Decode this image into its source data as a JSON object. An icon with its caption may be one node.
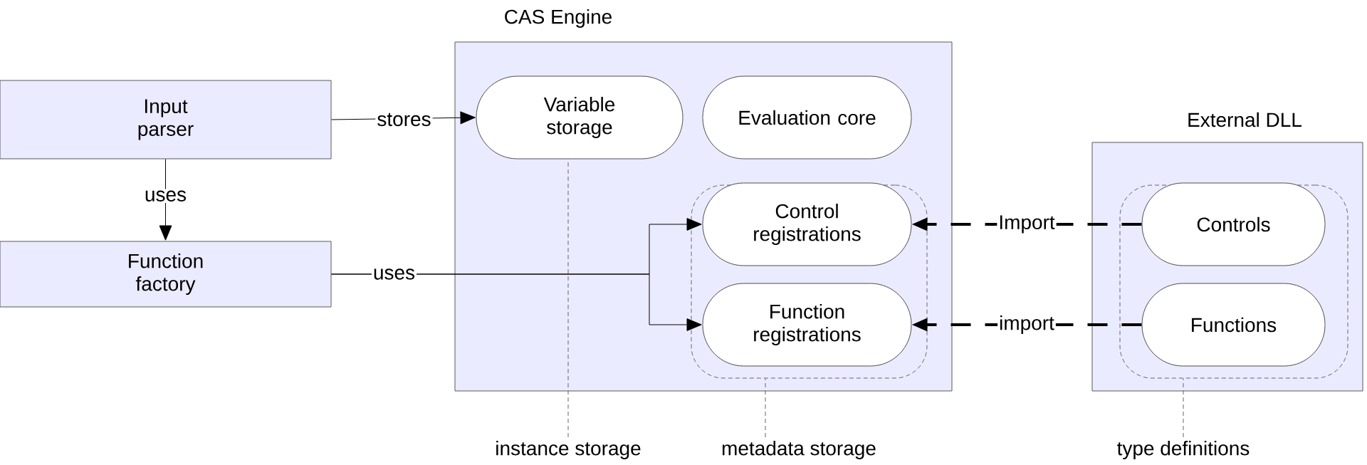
{
  "diagram": {
    "nodes": [
      {
        "text": [
          "Input parser"
        ]
      },
      {
        "text": [
          "Function factory"
        ]
      },
      {
        "text": [
          "CAS Engine"
        ]
      },
      {
        "text": [
          "Variable storage"
        ],
        "in": 2
      },
      {
        "text": [
          "Evaluation core"
        ],
        "in": 2
      },
      {
        "text": [],
        "shape": "box",
        "in": 2
      },
      {
        "text": [
          "Control registrations"
        ],
        "in": 5
      },
      {
        "text": [
          "Function registrations"
        ],
        "in": 5
      },
      {
        "text": [
          "External DLL"
        ]
      },
      {
        "text": [],
        "shape": "box",
        "in": 8
      },
      {
        "text": [
          "Controls"
        ],
        "in": 9
      },
      {
        "text": [
          "Functions"
        ],
        "in": 9
      },
      {
        "text": [
          "instance storage"
        ]
      },
      {
        "text": [
          "metadata storage"
        ]
      },
      {
        "text": [
          "type definitions"
        ]
      }
    ],
    "edges": [
      {
        "from": 0,
        "to": 3,
        "arrow": "to",
        "label": "stores"
      },
      {
        "from": 0,
        "to": 1,
        "arrow": "to",
        "label": "uses"
      },
      {
        "from": 1,
        "to": 6,
        "arrow": "to",
        "label": "uses"
      },
      {
        "from": 1,
        "to": 7,
        "arrow": "to"
      },
      {
        "from": 10,
        "to": 6,
        "arrow": "to",
        "label": "Import",
        "style": "dashed"
      },
      {
        "from": 11,
        "to": 7,
        "arrow": "to",
        "label": "import",
        "style": "dashed"
      },
      {
        "from": 12,
        "to": 3,
        "arrow": "none",
        "style": "dashed",
        "color": "#666666"
      },
      {
        "from": 13,
        "to": 5,
        "arrow": "none",
        "style": "dashed",
        "color": "#666666"
      },
      {
        "from": 14,
        "to": 9,
        "arrow": "none",
        "style": "dashed",
        "color": "#666666"
      }
    ]
  }
}
